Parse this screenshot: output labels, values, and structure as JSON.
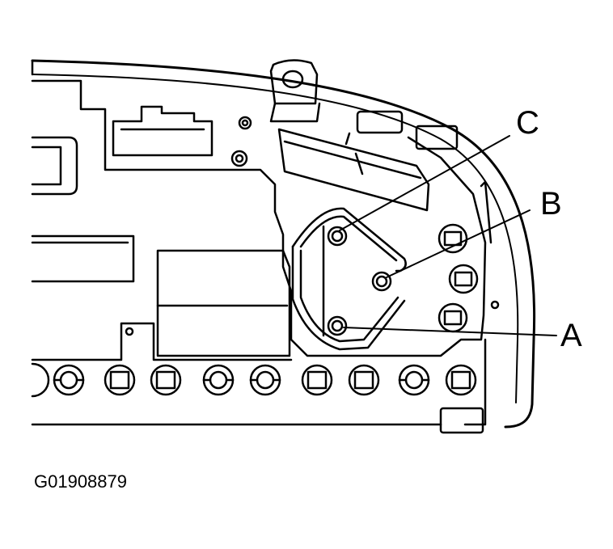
{
  "figure_id": "G01908879",
  "callouts": {
    "a": "A",
    "b": "B",
    "c": "C"
  },
  "colors": {
    "line": "#000000",
    "background": "#ffffff"
  }
}
